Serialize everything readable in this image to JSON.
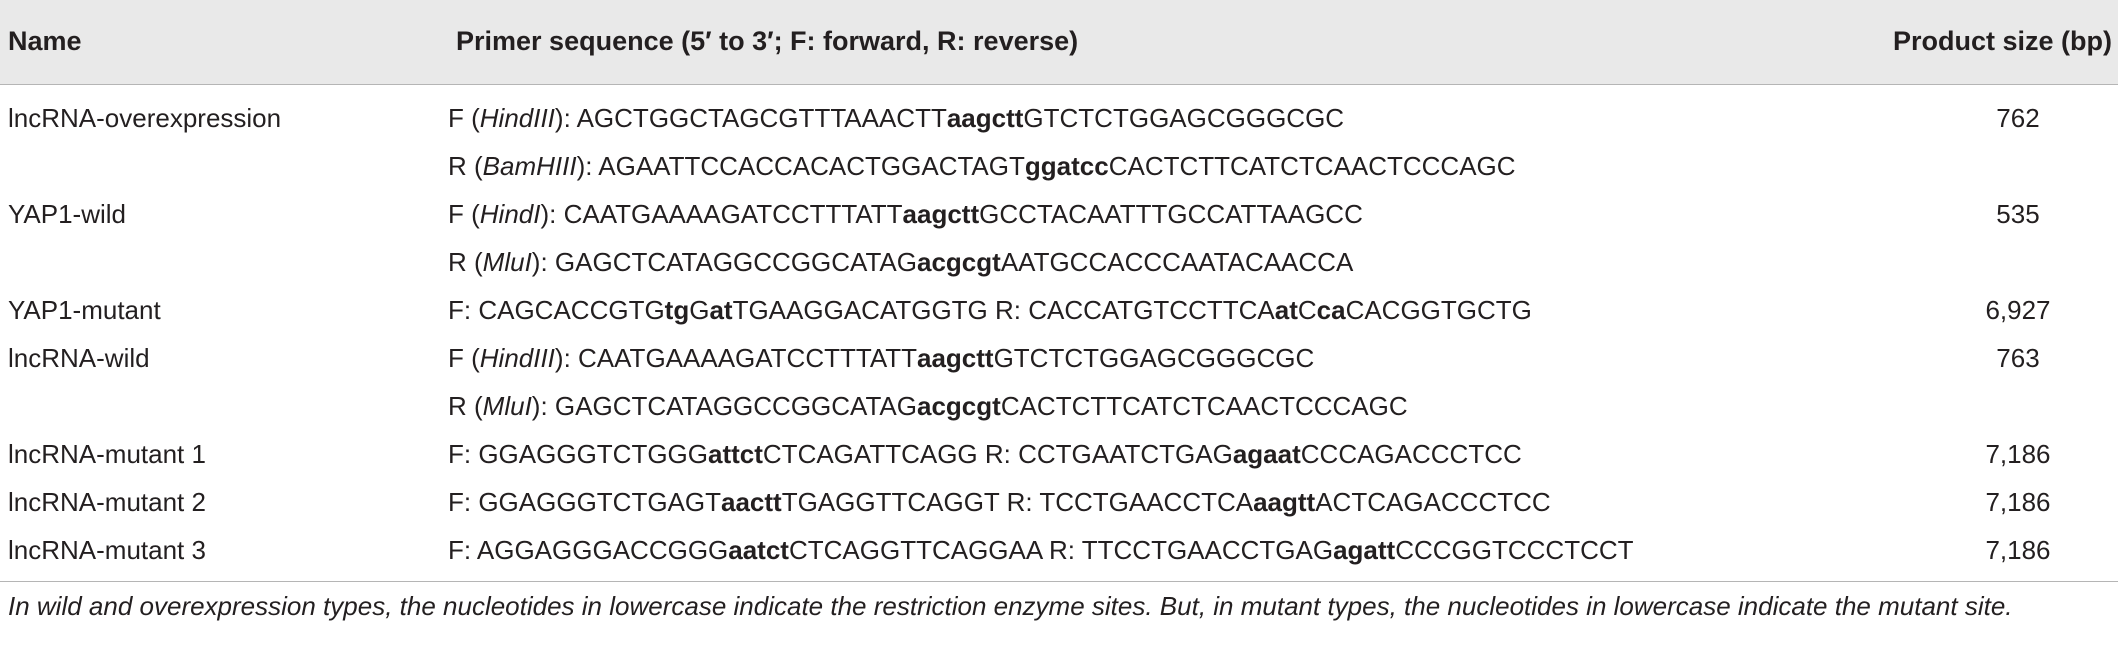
{
  "table": {
    "headers": {
      "name": "Name",
      "sequence": "Primer sequence (5′ to 3′; F: forward, R: reverse)",
      "size": "Product size (bp)"
    },
    "rows": [
      {
        "name": "lncRNA-overexpression",
        "size": "762",
        "segments": [
          {
            "t": "F (",
            "s": "n"
          },
          {
            "t": "HindIII",
            "s": "i"
          },
          {
            "t": "): AGCTGGCTAGCGTTTAAACTT",
            "s": "n"
          },
          {
            "t": "aagctt",
            "s": "b"
          },
          {
            "t": "GTCTCTGGAGCGGGCGC",
            "s": "n"
          }
        ]
      },
      {
        "name": "",
        "size": "",
        "segments": [
          {
            "t": "R (",
            "s": "n"
          },
          {
            "t": "BamHIII",
            "s": "i"
          },
          {
            "t": "): AGAATTCCACCACACTGGACTAGT",
            "s": "n"
          },
          {
            "t": "ggatcc",
            "s": "b"
          },
          {
            "t": "CACTCTTCATCTCAACTCCCAGC",
            "s": "n"
          }
        ]
      },
      {
        "name": "YAP1-wild",
        "size": "535",
        "segments": [
          {
            "t": "F (",
            "s": "n"
          },
          {
            "t": "HindI",
            "s": "i"
          },
          {
            "t": "): CAATGAAAAGATCCTTTATT",
            "s": "n"
          },
          {
            "t": "aagctt",
            "s": "b"
          },
          {
            "t": "GCCTACAATTTGCCATTAAGCC",
            "s": "n"
          }
        ]
      },
      {
        "name": "",
        "size": "",
        "segments": [
          {
            "t": "R (",
            "s": "n"
          },
          {
            "t": "MluI",
            "s": "i"
          },
          {
            "t": "): GAGCTCATAGGCCGGCATAG",
            "s": "n"
          },
          {
            "t": "acgcgt",
            "s": "b"
          },
          {
            "t": "AATGCCACCCAATACAACCA",
            "s": "n"
          }
        ]
      },
      {
        "name": "YAP1-mutant",
        "size": "6,927",
        "segments": [
          {
            "t": "F: CAGCACCGTG",
            "s": "n"
          },
          {
            "t": "tg",
            "s": "b"
          },
          {
            "t": "G",
            "s": "n"
          },
          {
            "t": "at",
            "s": "b"
          },
          {
            "t": "TGAAGGACATGGTG R: CACCATGTCCTTCA",
            "s": "n"
          },
          {
            "t": "at",
            "s": "b"
          },
          {
            "t": "C",
            "s": "n"
          },
          {
            "t": "ca",
            "s": "b"
          },
          {
            "t": "CACGGTGCTG",
            "s": "n"
          }
        ]
      },
      {
        "name": "lncRNA-wild",
        "size": "763",
        "segments": [
          {
            "t": "F (",
            "s": "n"
          },
          {
            "t": "HindIII",
            "s": "i"
          },
          {
            "t": "): CAATGAAAAGATCCTTTATT",
            "s": "n"
          },
          {
            "t": "aagctt",
            "s": "b"
          },
          {
            "t": "GTCTCTGGAGCGGGCGC",
            "s": "n"
          }
        ]
      },
      {
        "name": "",
        "size": "",
        "segments": [
          {
            "t": "R (",
            "s": "n"
          },
          {
            "t": "MluI",
            "s": "i"
          },
          {
            "t": "): GAGCTCATAGGCCGGCATAG",
            "s": "n"
          },
          {
            "t": "acgcgt",
            "s": "b"
          },
          {
            "t": "CACTCTTCATCTCAACTCCCAGC",
            "s": "n"
          }
        ]
      },
      {
        "name": "lncRNA-mutant 1",
        "size": "7,186",
        "segments": [
          {
            "t": "F: GGAGGGTCTGGG",
            "s": "n"
          },
          {
            "t": "attct",
            "s": "b"
          },
          {
            "t": "CTCAGATTCAGG R: CCTGAATCTGAG",
            "s": "n"
          },
          {
            "t": "agaat",
            "s": "b"
          },
          {
            "t": "CCCAGACCCTCC",
            "s": "n"
          }
        ]
      },
      {
        "name": "lncRNA-mutant 2",
        "size": "7,186",
        "segments": [
          {
            "t": "F: GGAGGGTCTGAGT",
            "s": "n"
          },
          {
            "t": "aactt",
            "s": "b"
          },
          {
            "t": "TGAGGTTCAGGT R: TCCTGAACCTCA",
            "s": "n"
          },
          {
            "t": "aagtt",
            "s": "b"
          },
          {
            "t": "ACTCAGACCCTCC",
            "s": "n"
          }
        ]
      },
      {
        "name": "lncRNA-mutant 3",
        "size": "7,186",
        "segments": [
          {
            "t": "F: AGGAGGGACCGGG",
            "s": "n"
          },
          {
            "t": "aatct",
            "s": "b"
          },
          {
            "t": "CTCAGGTTCAGGAA R: TTCCTGAACCTGAG",
            "s": "n"
          },
          {
            "t": "agatt",
            "s": "b"
          },
          {
            "t": "CCCGGTCCCTCCT",
            "s": "n"
          }
        ]
      }
    ]
  },
  "footnote": "In wild and overexpression types, the nucleotides in lowercase indicate the restriction enzyme sites. But, in mutant types, the nucleotides in lowercase indicate the mutant site."
}
